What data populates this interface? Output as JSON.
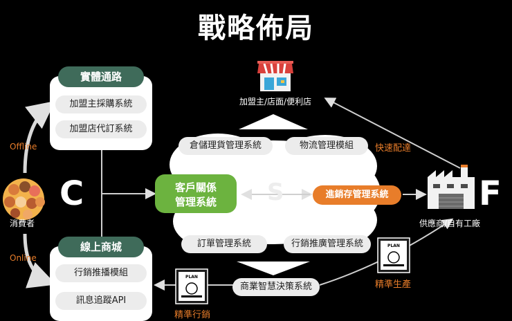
{
  "title": "戰略佈局",
  "offline": {
    "header": "實體通路",
    "items": [
      "加盟主採購系統",
      "加盟店代訂系統"
    ]
  },
  "online": {
    "header": "線上商城",
    "items": [
      "行銷推播模組",
      "訊息追蹤API"
    ]
  },
  "consumer": {
    "label": "消費者",
    "letter": "C",
    "offline_tag": "Offline",
    "online_tag": "Online"
  },
  "center": {
    "crm": [
      "客戶關係",
      "管理系統"
    ],
    "top_left": "倉儲理貨管理系統",
    "top_right": "物流管理模組",
    "bottom_left": "訂單管理系統",
    "bottom_right": "行銷推廣管理系統",
    "inventory": "進銷存管理系統",
    "bi": "商業智慧決策系統",
    "watermark": "S"
  },
  "store": {
    "label": "加盟主/店面/便利店"
  },
  "factory": {
    "label": "供應商/自有工廠",
    "letter": "F"
  },
  "flows": {
    "fast_delivery": "快速配達",
    "precision_production": "精準生產",
    "precision_marketing": "精準行銷"
  },
  "plan": "PLAN",
  "colors": {
    "dark_green": "#3f6b5a",
    "green": "#6cb33f",
    "orange": "#e87d2a"
  }
}
